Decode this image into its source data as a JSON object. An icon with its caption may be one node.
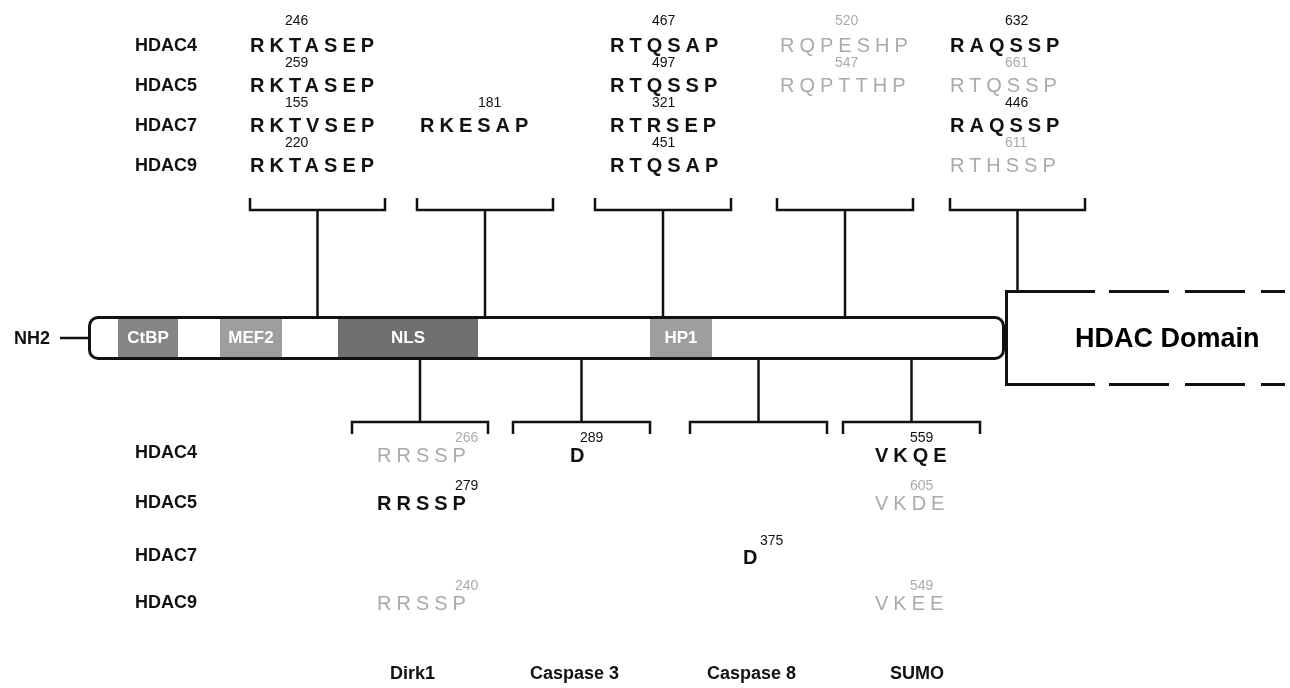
{
  "diagram": {
    "nodes": [
      {
        "text": [
          "NH2"
        ]
      },
      {
        "text": [],
        "shape": "bar"
      },
      {
        "text": [
          "CtBP"
        ],
        "in": 1
      },
      {
        "text": [
          "MEF2"
        ],
        "in": 1
      },
      {
        "text": [
          "NLS"
        ],
        "in": 1
      },
      {
        "text": [
          "HP1"
        ],
        "in": 1
      },
      {
        "text": [
          "HDAC Domain"
        ]
      },
      {
        "text": [],
        "shape": "bracket"
      },
      {
        "text": [],
        "shape": "bracket"
      },
      {
        "text": [],
        "shape": "bracket"
      },
      {
        "text": [],
        "shape": "bracket"
      },
      {
        "text": [],
        "shape": "bracket"
      },
      {
        "text": [],
        "shape": "bracket"
      },
      {
        "text": [],
        "shape": "bracket"
      },
      {
        "text": [],
        "shape": "bracket"
      },
      {
        "text": [],
        "shape": "bracket"
      }
    ],
    "edges": [
      {
        "from": 0,
        "to": 1,
        "arrow": "none"
      },
      {
        "from": 7,
        "to": 1,
        "arrow": "none"
      },
      {
        "from": 8,
        "to": 1,
        "arrow": "none"
      },
      {
        "from": 9,
        "to": 1,
        "arrow": "none"
      },
      {
        "from": 10,
        "to": 1,
        "arrow": "none"
      },
      {
        "from": 11,
        "to": 6,
        "arrow": "none"
      },
      {
        "from": 1,
        "to": 12,
        "arrow": "none"
      },
      {
        "from": 1,
        "to": 13,
        "arrow": "none"
      },
      {
        "from": 1,
        "to": 14,
        "arrow": "none"
      },
      {
        "from": 1,
        "to": 15,
        "arrow": "none"
      }
    ],
    "labels": [
      "HDAC4",
      "246",
      "RKTASEP",
      "467",
      "RTQSAP",
      "520",
      "RQPESHP",
      "632",
      "RAQSSP",
      "HDAC5",
      "259",
      "RKTASEP",
      "497",
      "RTQSSP",
      "547",
      "RQPTTHP",
      "661",
      "RTQSSP",
      "HDAC7",
      "155",
      "RKTVSEP",
      "181",
      "RKESAP",
      "321",
      "RTRSEP",
      "446",
      "RAQSSP",
      "HDAC9",
      "220",
      "RKTASEP",
      "451",
      "RTQSAP",
      "611",
      "RTHSSP",
      "HDAC4",
      "266",
      "RRSSP",
      "289",
      "D",
      "559",
      "VKQE",
      "HDAC5",
      "279",
      "RRSSP",
      "605",
      "VKDE",
      "HDAC7",
      "D",
      "375",
      "HDAC9",
      "240",
      "RRSSP",
      "549",
      "VKEE",
      "Dirk1",
      "Caspase 3",
      "Caspase 8",
      "SUMO"
    ]
  }
}
